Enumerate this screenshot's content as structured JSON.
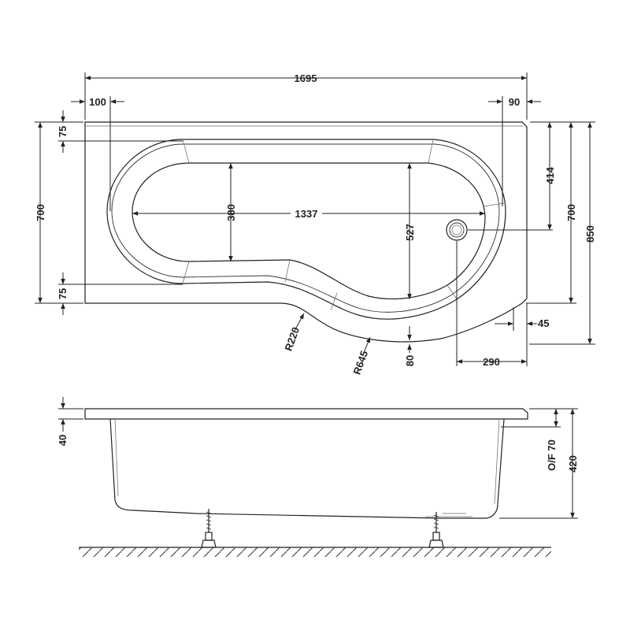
{
  "plan_view": {
    "dimensions": {
      "overall_length": "1695",
      "left_rim": "100",
      "right_rim": "90",
      "top_rim": "75",
      "bottom_rim": "75",
      "left_width": "700",
      "inner_width": "380",
      "inner_length": "1337",
      "basin_width": "527",
      "waste_offset": "414",
      "right_width": "700",
      "overall_width": "850",
      "curve_lip": "45",
      "waste_to_end": "290",
      "curve_rim": "80",
      "radius_small": "R220",
      "radius_large": "R645"
    }
  },
  "side_view": {
    "dimensions": {
      "rim_height": "40",
      "overflow": "O/F 70",
      "total_height": "420"
    }
  }
}
